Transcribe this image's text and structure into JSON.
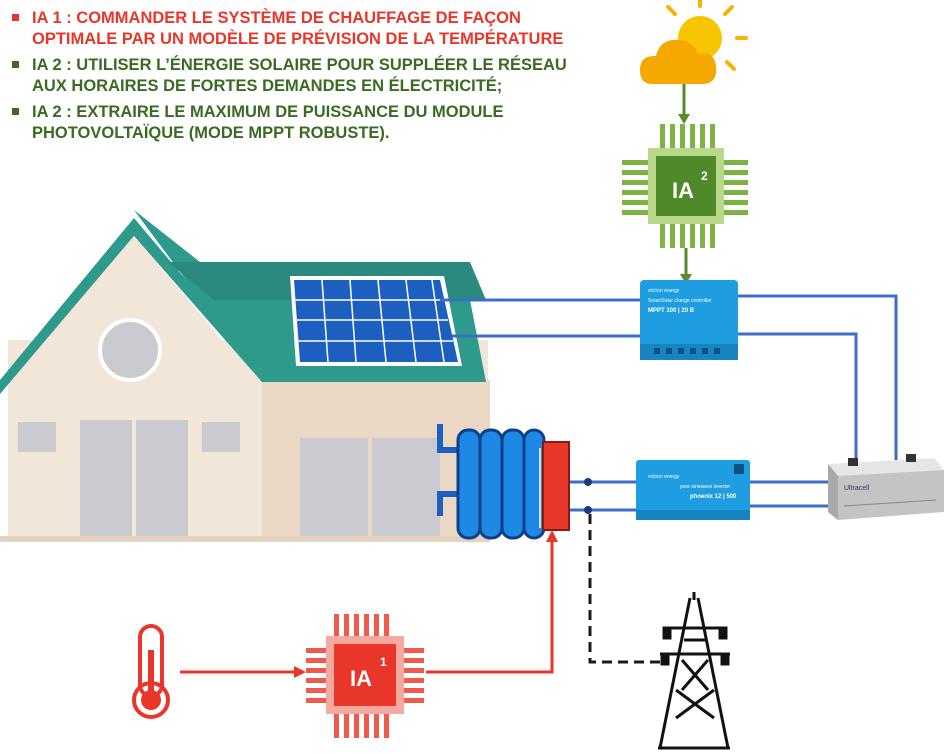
{
  "bullets": [
    {
      "text": "IA 1 : COMMANDER LE SYSTÈME DE CHAUFFAGE DE FAÇON OPTIMALE PAR UN MODÈLE DE PRÉVISION DE LA TEMPÉRATURE",
      "color": "#e8372a"
    },
    {
      "text": "IA 2 : UTILISER L’ÉNERGIE SOLAIRE POUR SUPPLÉER LE RÉSEAU AUX HORAIRES DE FORTES DEMANDES EN ÉLECTRICITÉ;",
      "color": "#3a6b23"
    },
    {
      "text": "IA 2 : EXTRAIRE LE MAXIMUM DE PUISSANCE DU MODULE PHOTOVOLTAÏQUE (MODE MPPT ROBUSTE).",
      "color": "#3a6b23"
    }
  ],
  "chip_ia2": {
    "label": "IA",
    "sup": "2",
    "color": "#5a8a2e"
  },
  "chip_ia1": {
    "label": "IA",
    "sup": "1",
    "color": "#e8372a"
  },
  "mppt": {
    "brand": "victron energy",
    "line1": "SmartSolar charge controller",
    "line2": "MPPT 100 | 20 B"
  },
  "inverter": {
    "brand": "victron energy",
    "line1": "pure sinewave inverter",
    "line2": "phoenix 12 | 500"
  },
  "battery": {
    "brand": "Ultracell"
  },
  "colors": {
    "wire": "#3b6fc4",
    "red_wire": "#e8372a",
    "roof": "#2e9a8c",
    "wall": "#f1e6d8",
    "victron": "#1e9ee0"
  }
}
